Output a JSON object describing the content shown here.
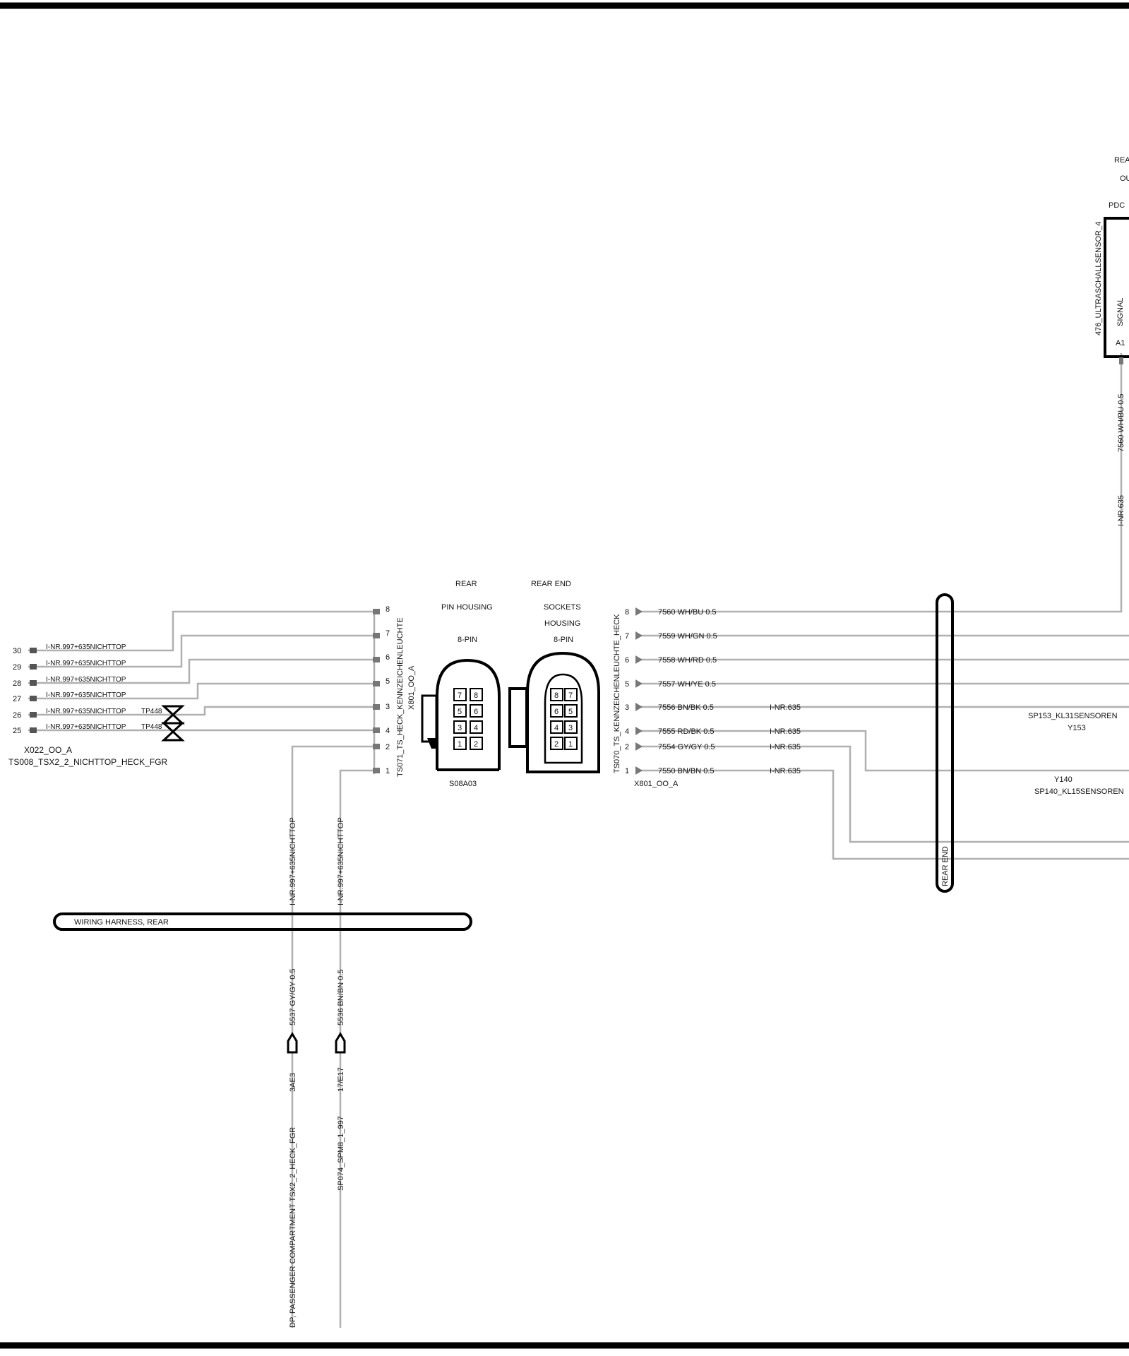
{
  "left_connector": {
    "name": "X022_OO_A",
    "trace": "TS008_TSX2_2_NICHTTOP_HECK_FGR",
    "test_point": "TP448",
    "pins": [
      {
        "pin": "30",
        "label": "I-NR.997+635NICHTTOP"
      },
      {
        "pin": "29",
        "label": "I-NR.997+635NICHTTOP"
      },
      {
        "pin": "28",
        "label": "I-NR.997+635NICHTTOP"
      },
      {
        "pin": "27",
        "label": "I-NR.997+635NICHTTOP"
      },
      {
        "pin": "26",
        "label": "I-NR.997+635NICHTTOP"
      },
      {
        "pin": "25",
        "label": "I-NR.997+635NICHTTOP"
      }
    ]
  },
  "center_left_connector": {
    "trace": "TS071_TS_HECK_KENNZEICHENLEUCHTE",
    "name": "X801_OO_A",
    "pins": [
      "8",
      "7",
      "6",
      "5",
      "3",
      "4",
      "2",
      "1"
    ]
  },
  "pin_housing": {
    "title1": "REAR",
    "title2": "PIN HOUSING",
    "title3": "8-PIN",
    "grid": [
      "7",
      "8",
      "5",
      "6",
      "3",
      "4",
      "1",
      "2"
    ],
    "code": "S08A03"
  },
  "socket_housing": {
    "title1": "REAR END",
    "title2": "SOCKETS",
    "title3": "HOUSING",
    "title4": "8-PIN",
    "grid": [
      "8",
      "7",
      "6",
      "5",
      "4",
      "3",
      "2",
      "1"
    ]
  },
  "right_connector": {
    "trace": "TS070_TS_KENNZEICHENLEUCHTE_HECK",
    "name": "X801_OO_A",
    "pins": [
      {
        "pin": "8",
        "wire": "7560 WH/BU 0.5",
        "note": ""
      },
      {
        "pin": "7",
        "wire": "7559 WH/GN 0.5",
        "note": ""
      },
      {
        "pin": "6",
        "wire": "7558 WH/RD 0.5",
        "note": ""
      },
      {
        "pin": "5",
        "wire": "7557 WH/YE 0.5",
        "note": ""
      },
      {
        "pin": "3",
        "wire": "7556 BN/BK 0.5",
        "note": "I-NR.635"
      },
      {
        "pin": "4",
        "wire": "7555 RD/BK 0.5",
        "note": "I-NR.635"
      },
      {
        "pin": "2",
        "wire": "7554 GY/GY 0.5",
        "note": "I-NR.635"
      },
      {
        "pin": "1",
        "wire": "7550 BN/BN 0.5",
        "note": "I-NR.635"
      }
    ]
  },
  "pdc": {
    "header1": "REA",
    "header2": "OU",
    "label": "PDC",
    "sensor": "476_ULTRASCHALLSENSOR_4",
    "signal": "SIGNAL",
    "pin": "A1",
    "wire": "7560 WH/BU 0.5",
    "note": "I-NR.635"
  },
  "splices": {
    "sp153_name": "SP153_KL31SENSOREN",
    "sp153_code": "Y153",
    "sp140_code": "Y140",
    "sp140_name": "SP140_KL15SENSOREN"
  },
  "harness_rear_end": "REAR END",
  "harness_rear": "WIRING HARNESS, REAR",
  "drops": [
    {
      "note": "I-NR.997+635NICHTTOP",
      "wire": "5537 GY/GY 0.5",
      "ref": "3AE3",
      "dest": "DP, PASSENGER COMPARTMENT TSX2_2_HECK_FGR"
    },
    {
      "note": "I-NR.997+635NICHTTOP",
      "wire": "5536 BN/BN 0.5",
      "ref": "17/E17",
      "dest": "SP074_SPM8_1_997"
    }
  ]
}
